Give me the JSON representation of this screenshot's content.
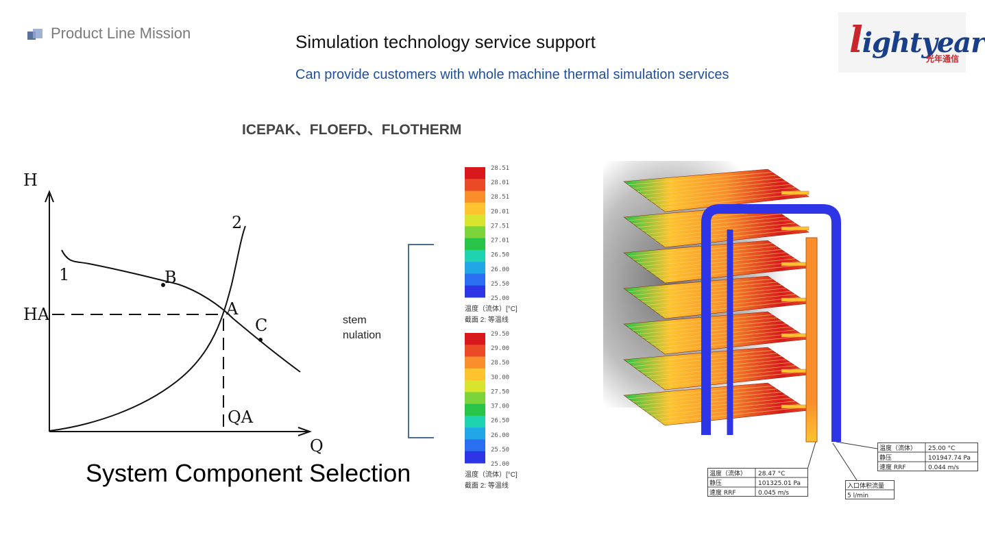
{
  "header": {
    "section": "Product Line Mission",
    "title": "Simulation technology service support",
    "subtitle": "Can provide customers with whole machine thermal simulation services",
    "tools": "ICEPAK、FLOEFD、FLOTHERM"
  },
  "logo": {
    "text_first": "l",
    "text_rest": "ightyear",
    "chinese": "光年通信"
  },
  "curve_chart": {
    "axis_y": "H",
    "axis_x": "Q",
    "curve_1": "1",
    "curve_2": "2",
    "point_a": "A",
    "point_b": "B",
    "point_c": "C",
    "h_a": "HA",
    "q_a": "QA"
  },
  "caption": "System Component Selection",
  "partial_text": {
    "line1": "stem",
    "line2": "nulation"
  },
  "legend_top": {
    "ticks": [
      "28.51",
      "28.01",
      "28.51",
      "20.01",
      "27.51",
      "27.01",
      "26.50",
      "26.00",
      "25.50",
      "25.00"
    ],
    "unit": "温度（流体）[°C]",
    "caption": "截面 2: 等温线"
  },
  "legend_bottom": {
    "ticks": [
      "29.50",
      "29.00",
      "28.50",
      "30.00",
      "27.50",
      "37.00",
      "26.50",
      "26.00",
      "25.50",
      "25.00"
    ],
    "unit": "温度（流体）[°C]",
    "caption": "截面 2: 等温线"
  },
  "colors": {
    "heat": [
      "#d7191c",
      "#ea4b26",
      "#f98e2b",
      "#fec32f",
      "#d9e52c",
      "#7dd43a",
      "#27c447",
      "#1fd3b1",
      "#21a6e8",
      "#2a6ff0",
      "#2e35e6"
    ]
  },
  "callouts": {
    "inlet": {
      "rows": [
        [
          "温度（流体）",
          "25.00 °C"
        ],
        [
          "静压",
          "101947.74 Pa"
        ],
        [
          "速度 RRF",
          "0.044 m/s"
        ]
      ]
    },
    "outlet": {
      "rows": [
        [
          "温度（流体）",
          "28.47 °C"
        ],
        [
          "静压",
          "101325.01 Pa"
        ],
        [
          "速度 RRF",
          "0.045 m/s"
        ]
      ]
    },
    "flow": {
      "rows": [
        [
          "入口体积流量"
        ],
        [
          "5 l/min"
        ]
      ]
    }
  }
}
